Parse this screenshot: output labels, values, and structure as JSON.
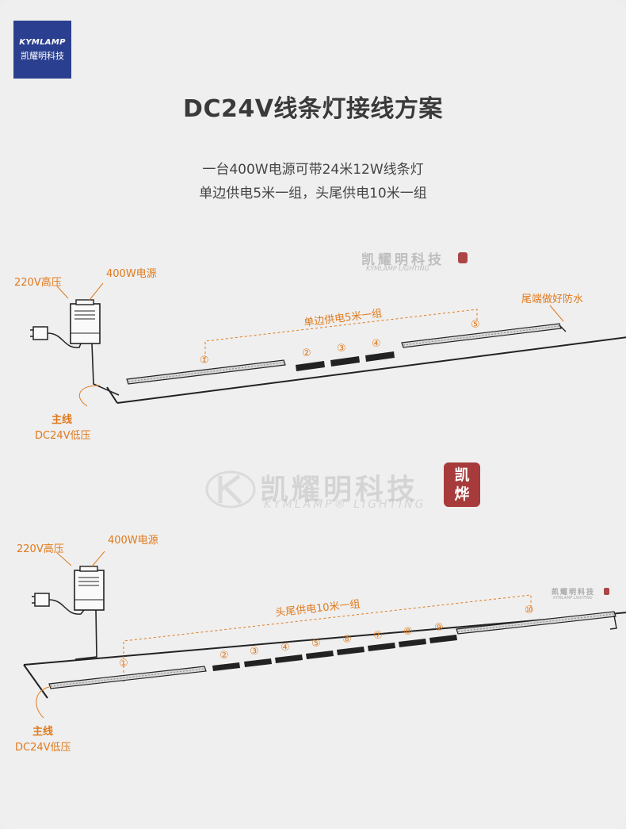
{
  "logo": {
    "en": "KYMLAMP",
    "cn": "凯耀明科技"
  },
  "title": "DC24V线条灯接线方案",
  "subtitle": [
    "一台400W电源可带24米12W线条灯",
    "单边供电5米一组，头尾供电10米一组"
  ],
  "diagram1": {
    "high_voltage": "220V高压",
    "power_supply": "400W电源",
    "group_label": "单边供电5米一组",
    "tail_label": "尾端做好防水",
    "main_line": "主线",
    "low_voltage": "DC24V低压",
    "numbers": [
      "①",
      "②",
      "③",
      "④",
      "⑤"
    ]
  },
  "diagram2": {
    "high_voltage": "220V高压",
    "power_supply": "400W电源",
    "group_label": "头尾供电10米一组",
    "main_line": "主线",
    "low_voltage": "DC24V低压",
    "numbers": [
      "①",
      "②",
      "③",
      "④",
      "⑤",
      "⑥",
      "⑦",
      "⑧",
      "⑨",
      "⑩"
    ]
  },
  "watermark": {
    "cn": "凯耀明科技",
    "en": "KYMLAMP LIGHTING",
    "en_big": "KYMLAMP® LIGHTING",
    "seal": "凯烨"
  },
  "colors": {
    "accent": "#e07a1c",
    "logo_bg": "#2a3f8f",
    "line": "#222222",
    "seal": "#9b1b1b"
  }
}
